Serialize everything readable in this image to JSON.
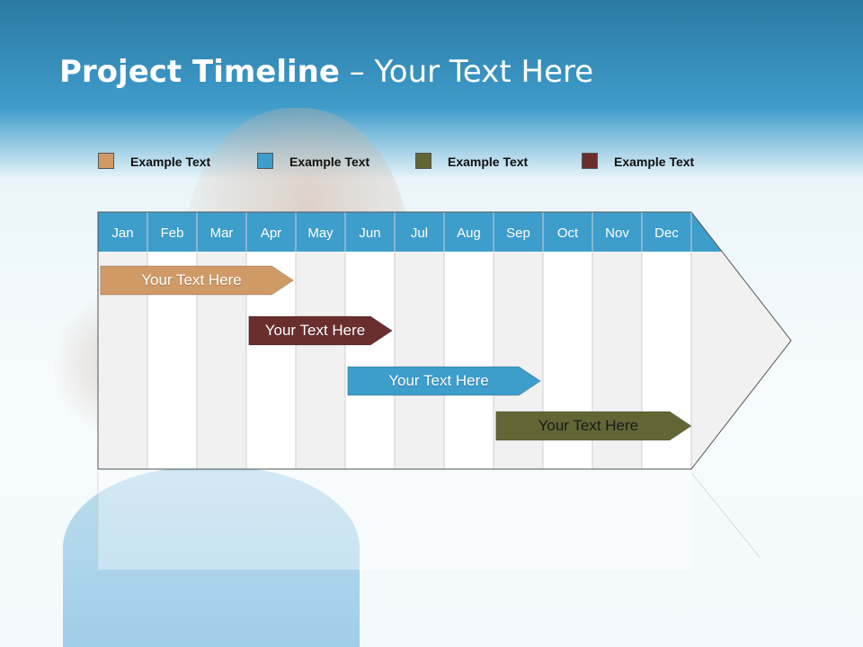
{
  "title": {
    "bold": "Project Timeline",
    "rest": " – Your Text Here"
  },
  "legend": [
    {
      "label": "Example Text",
      "color": "#d09a66"
    },
    {
      "label": "Example Text",
      "color": "#3d9dcb"
    },
    {
      "label": "Example Text",
      "color": "#636634"
    },
    {
      "label": "Example Text",
      "color": "#6a2e2e"
    }
  ],
  "colors": {
    "header": "#3d9dcb",
    "grid_line": "#d0d0d0",
    "shade": "#f1f1f1"
  },
  "chart_data": {
    "type": "gantt",
    "months": [
      "Jan",
      "Feb",
      "Mar",
      "Apr",
      "May",
      "Jun",
      "Jul",
      "Aug",
      "Sep",
      "Oct",
      "Nov",
      "Dec"
    ],
    "tasks": [
      {
        "label": "Your  Text Here",
        "start": 0.05,
        "end": 3.95,
        "color": "#d09a66"
      },
      {
        "label": "Your  Text Here",
        "start": 3.05,
        "end": 5.95,
        "color": "#6a2e2e"
      },
      {
        "label": "Your  Text Here",
        "start": 5.05,
        "end": 8.95,
        "color": "#3d9dcb"
      },
      {
        "label": "Your  Text Here",
        "start": 8.05,
        "end": 12.0,
        "color": "#636634"
      }
    ]
  }
}
